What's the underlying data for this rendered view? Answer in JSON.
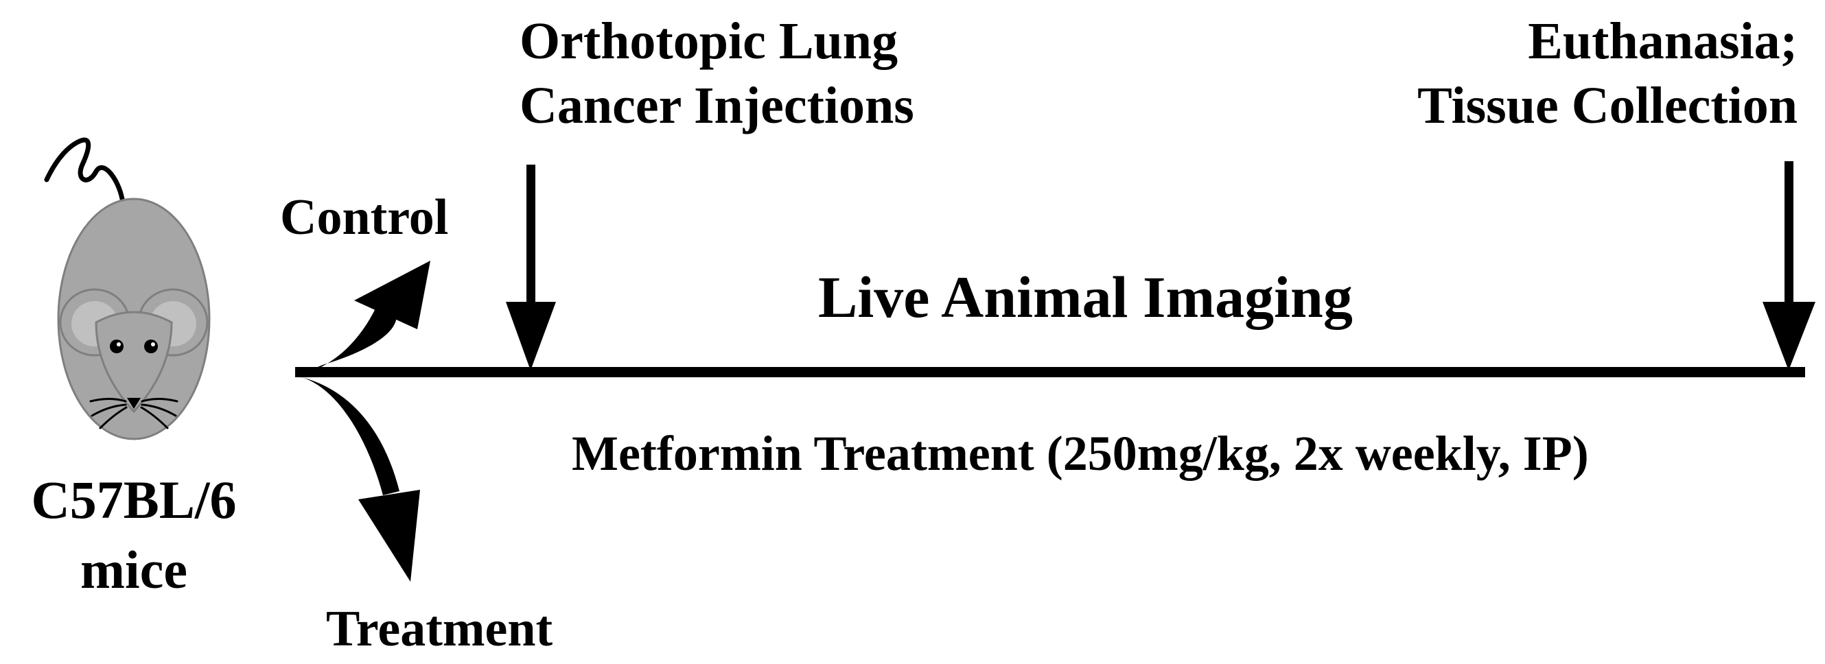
{
  "subject": {
    "icon": "mouse-icon",
    "label_line1": "C57BL/6",
    "label_line2": "mice"
  },
  "branches": {
    "top_label": "Control",
    "bottom_label": "Treatment"
  },
  "timeline": {
    "above_label": "Live Animal Imaging",
    "below_label": "Metformin Treatment (250mg/kg, 2x weekly, IP)"
  },
  "events": [
    {
      "line1": "Orthotopic Lung",
      "line2": "Cancer Injections"
    },
    {
      "line1": "Euthanasia;",
      "line2": "Tissue Collection"
    }
  ],
  "colors": {
    "ink": "#000000",
    "mouse_body": "#a6a6a6",
    "mouse_ear_inner": "#c0c0c0",
    "mouse_outline": "#7f7f7f"
  }
}
